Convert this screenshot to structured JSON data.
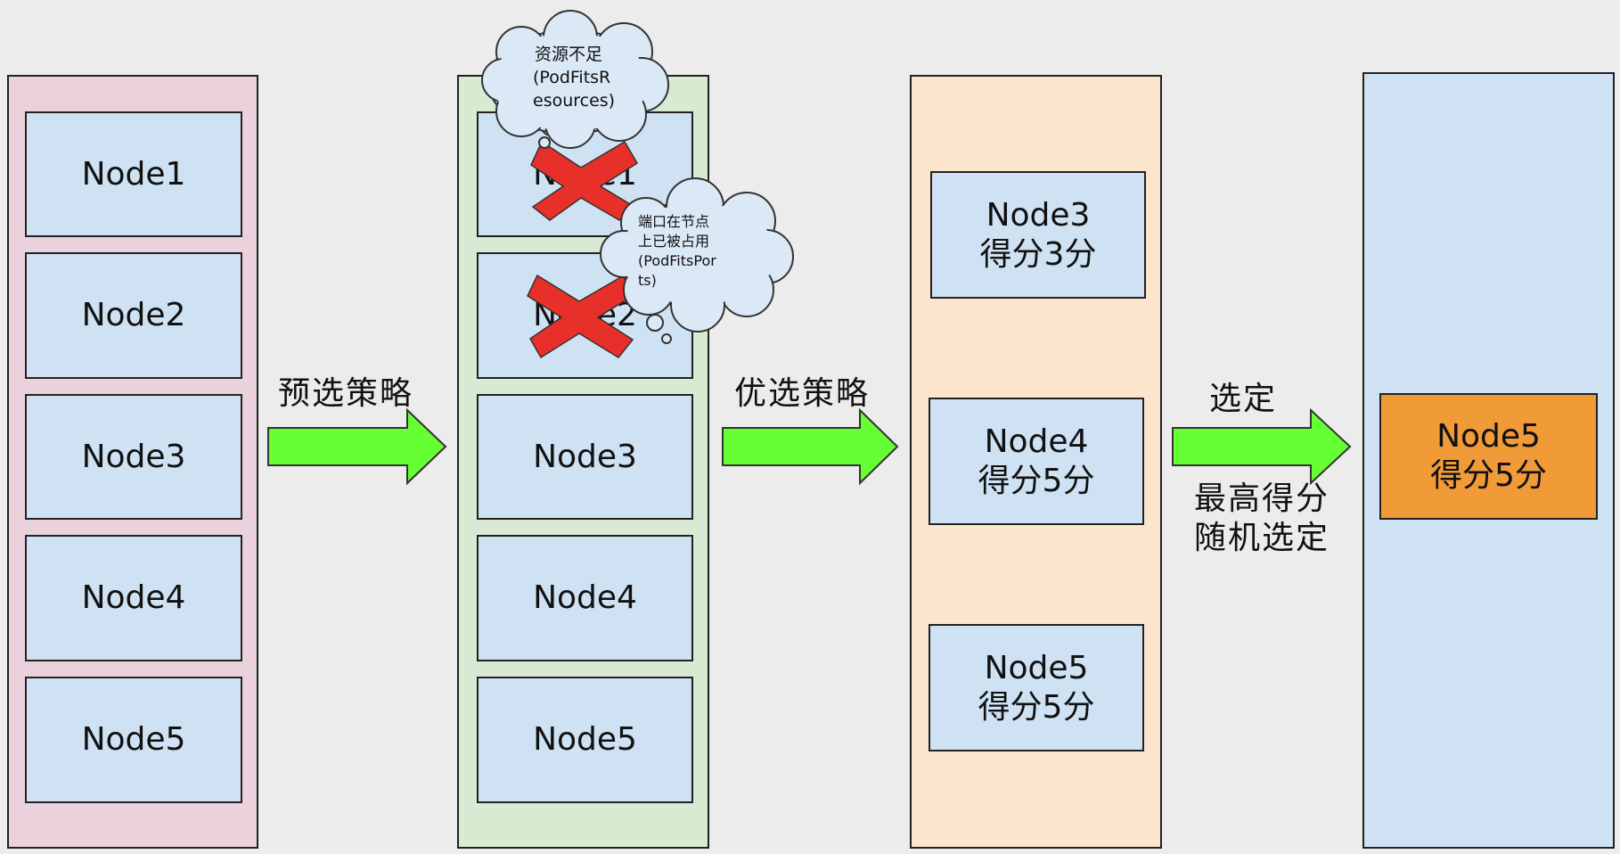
{
  "columns": {
    "col1": {
      "nodes": [
        "Node1",
        "Node2",
        "Node3",
        "Node4",
        "Node5"
      ]
    },
    "col2": {
      "nodes": [
        "Node1",
        "Node2",
        "Node3",
        "Node4",
        "Node5"
      ]
    },
    "col3": {
      "nodes": [
        {
          "name": "Node3",
          "score": "得分3分"
        },
        {
          "name": "Node4",
          "score": "得分5分"
        },
        {
          "name": "Node5",
          "score": "得分5分"
        }
      ]
    },
    "col4": {
      "selected": {
        "name": "Node5",
        "score": "得分5分"
      }
    }
  },
  "arrows": {
    "predicate": "预选策略",
    "priority": "优选策略",
    "select": "选定",
    "select_note_line1": "最高得分",
    "select_note_line2": "随机选定"
  },
  "callouts": {
    "resources": {
      "line1": "资源不足",
      "line2": "(PodFitsR",
      "line3": "esources)"
    },
    "ports": {
      "line1": "端口在节点",
      "line2": "上已被占用",
      "line3": "(PodFitsPor",
      "line4": "ts)"
    }
  },
  "colors": {
    "node_fill": "#cfe2f3",
    "selected_fill": "#f19a38",
    "arrow_fill": "#66ff33",
    "cross_fill": "#e8302a"
  }
}
